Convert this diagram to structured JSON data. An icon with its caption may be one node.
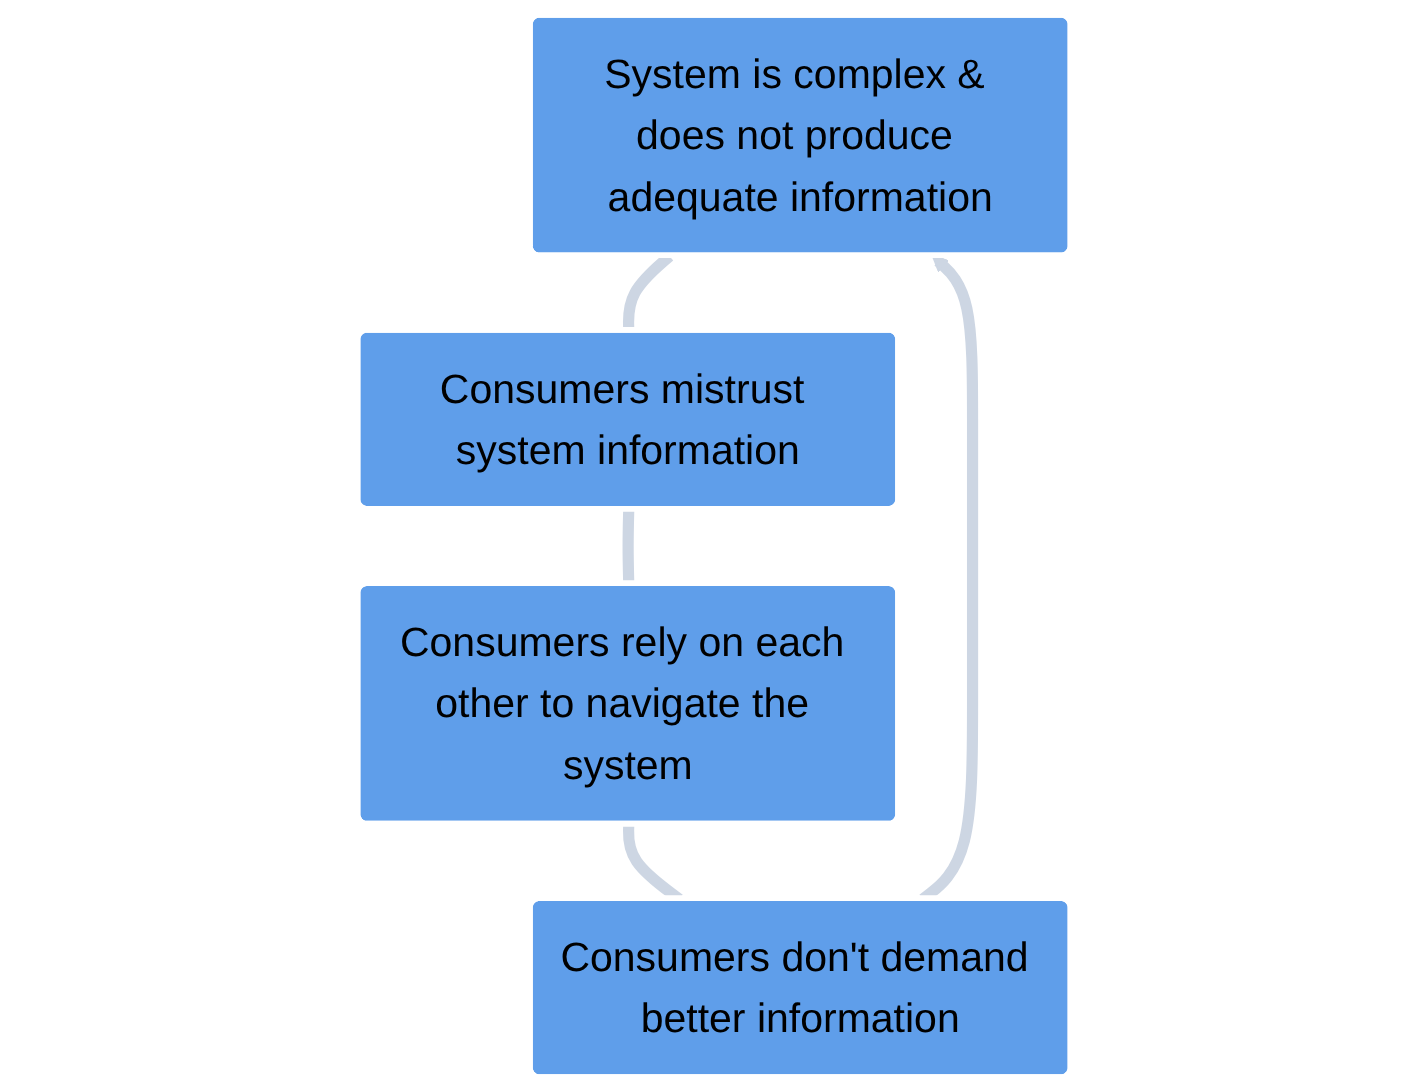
{
  "diagram": {
    "nodes": [
      {
        "text": [
          "System is complex & does not produce adequate information"
        ]
      },
      {
        "text": [
          "Consumers mistrust system information"
        ]
      },
      {
        "text": [
          "Consumers rely on each other to navigate the system"
        ]
      },
      {
        "text": [
          "Consumers don't demand better information"
        ]
      }
    ],
    "edges": [
      {
        "from": 0,
        "to": 1,
        "arrow": "none"
      },
      {
        "from": 1,
        "to": 2,
        "arrow": "none"
      },
      {
        "from": 2,
        "to": 3,
        "arrow": "none"
      },
      {
        "from": 3,
        "to": 0,
        "arrow": "to"
      }
    ]
  }
}
